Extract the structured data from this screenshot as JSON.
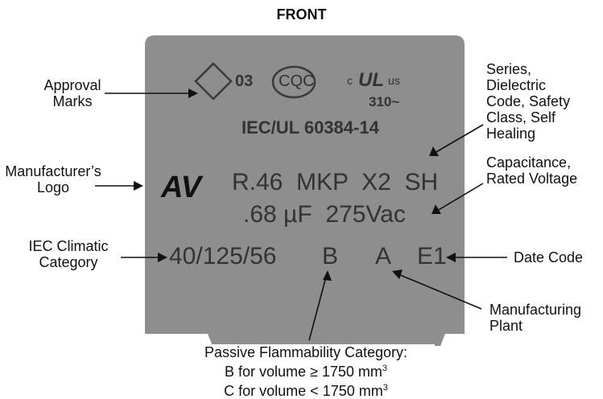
{
  "title": "FRONT",
  "capacitor": {
    "approval_text_03": "03",
    "cqc_mark": "CQC",
    "ul_prefix": "c",
    "ul_suffix": "us",
    "ul_mark": "UL",
    "ul_rating": "310~",
    "standard": "IEC/UL 60384-14",
    "logo_glyph": "AV",
    "line_series": "R.46  MKP  X2  SH",
    "line_capacitance": ".68 µF  275Vac",
    "line_climatic": "40/125/56",
    "flammability": "B",
    "plant": "A",
    "date_code": "E1",
    "body_color": "#8e8e8e",
    "lead_color": "#b9b9b9"
  },
  "annotations": {
    "approval": [
      "Approval",
      "Marks"
    ],
    "logo": [
      "Manufacturer’s",
      "Logo"
    ],
    "climatic": [
      "IEC Climatic",
      "Category"
    ],
    "series": [
      "Series,",
      "Dielectric",
      "Code, Safety",
      "Class, Self",
      "Healing"
    ],
    "capacitance": [
      "Capacitance,",
      "Rated Voltage"
    ],
    "date": [
      "Date Code"
    ],
    "plant": [
      "Manufacturing",
      "Plant"
    ],
    "flammability_title": "Passive Flammability Category:",
    "flammability_b": "B for volume ≥ 1750 mm",
    "flammability_c": "C for volume < 1750 mm",
    "superscript": "3"
  }
}
